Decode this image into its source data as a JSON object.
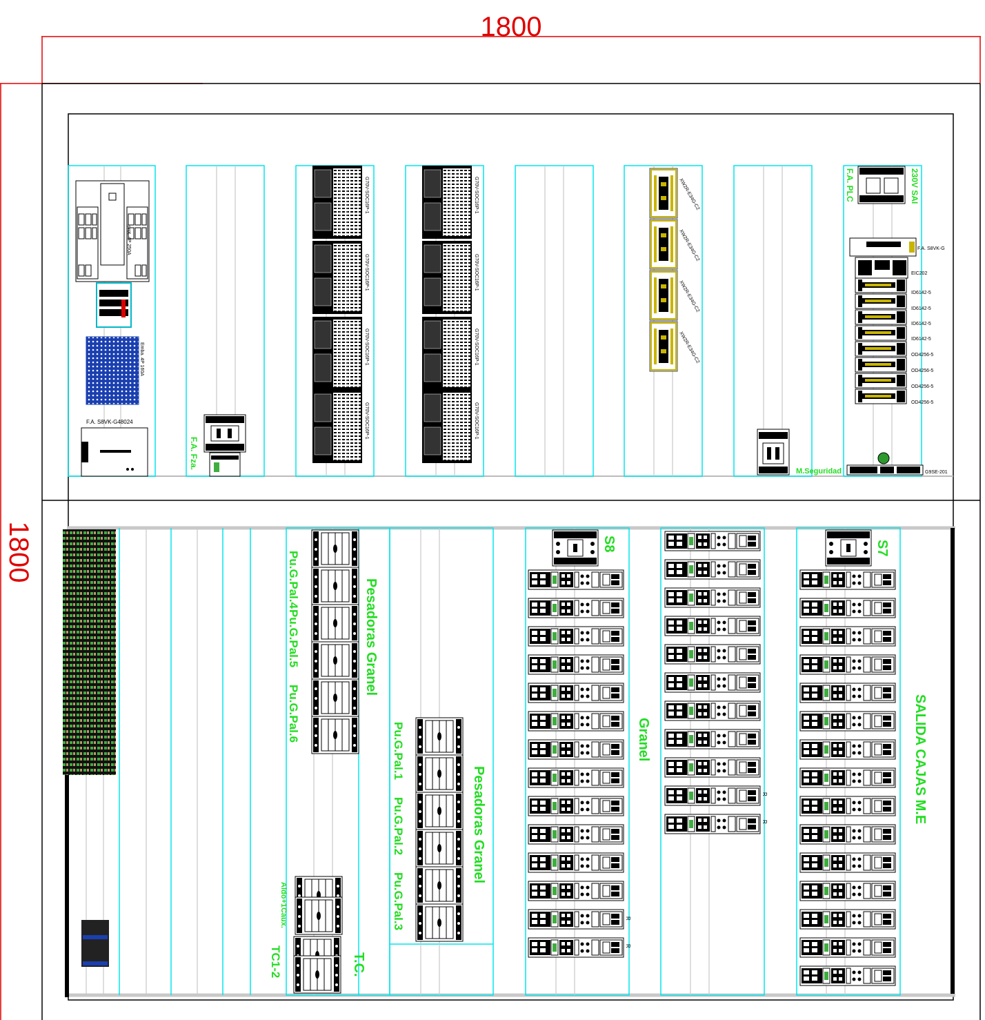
{
  "dimensions": {
    "width_label": "1800",
    "height_label": "1800"
  },
  "top_panel": {
    "col1": {
      "breaker_label": "Iprot. 4P 250A",
      "terminal_label": "Emba. 4P 160A",
      "psu_label": "F.A. S8VK-G48024"
    },
    "col2": {
      "psu_label": "F.A. Fza."
    },
    "col3": {
      "modules": [
        "G70V-SOC16P-1",
        "G70V-SOC16P-1",
        "G70V-SOC16P-1",
        "G70V-SOC16P-1"
      ]
    },
    "col4": {
      "modules": [
        "G70V-SOC16P-1",
        "G70V-SOC16P-1",
        "G70V-SOC16P-1",
        "G70V-SOC16P-1"
      ]
    },
    "col6": {
      "modules": [
        "XW2R-E34G-C2",
        "XW2R-E34G-C2",
        "XW2R-E34G-C2",
        "XW2R-E34G-C2"
      ]
    },
    "col8": {
      "left_label": "F.A. PLC",
      "right_label": "230V SAI",
      "psu_label": "F.A. S8VK-G",
      "plc_modules": [
        "EIC202",
        "ID6142-5",
        "ID6142-5",
        "ID6142-5",
        "ID6142-5",
        "OD4256-5",
        "OD4256-5",
        "OD4256-5",
        "OD4256-5"
      ],
      "safety_label": "M.Seguridad",
      "safety_relay": "G9SE-201"
    }
  },
  "bottom_panel": {
    "pes_granel_1": {
      "title": "Pesadoras Granel",
      "labels": [
        "Pu.G.Pal.4",
        "Pu.G.Pal.5",
        "Pu.G.Pal.6"
      ]
    },
    "pes_granel_2": {
      "title": "Pesadoras Granel",
      "labels": [
        "Pu.G.Pal.1",
        "Pu.G.Pal.2",
        "Pu.G.Pal.3"
      ]
    },
    "tc": {
      "title": "T.C.",
      "sub1": "TC1-2",
      "sub2": "Aldo+1Caux."
    },
    "s8": {
      "label": "S8",
      "r_labels": [
        "R",
        "R"
      ]
    },
    "granel": {
      "label": "Granel",
      "r_labels": [
        "R",
        "R"
      ]
    },
    "s7": {
      "label": "S7",
      "side_label": "SALIDA CAJAS M.E"
    }
  },
  "colors": {
    "dimension": "#e00000",
    "rail_box": "#00e5ee",
    "label_green": "#22dd22",
    "line": "#000000"
  }
}
